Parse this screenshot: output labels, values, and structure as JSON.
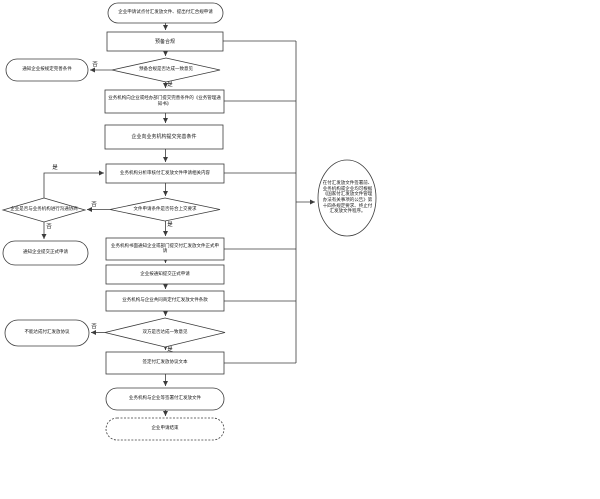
{
  "diagram": {
    "type": "flowchart",
    "edge_labels": {
      "yes": "是",
      "no": "否"
    },
    "nodes": {
      "start": {
        "shape": "stadium",
        "label": "企业申请试点付汇发放文件、提出付汇合规申请"
      },
      "prep": {
        "shape": "rect",
        "label": "预备合规"
      },
      "d_prep": {
        "shape": "diamond",
        "label": "预备合规是否达成一致意见"
      },
      "notify_improve": {
        "shape": "stadium",
        "label": "通知企业按规定完善条件"
      },
      "notice_book": {
        "shape": "rect",
        "label": "业务机构向企业或经办部门提交完善条件的《业务管理通知书》"
      },
      "submit_materials": {
        "shape": "rect",
        "label": "企业向业务机构提交完善条件"
      },
      "review": {
        "shape": "rect",
        "label": "业务机构分析审核付汇发放文件申请相关内容"
      },
      "d_comm": {
        "shape": "diamond",
        "label": "企业是否与业务机构进行沟通协商"
      },
      "d_materials": {
        "shape": "diamond",
        "label": "文件申请条件是否符合上交要求"
      },
      "notify_formal": {
        "shape": "stadium",
        "label": "通知企业提交正式申请"
      },
      "written_notice": {
        "shape": "rect",
        "label": "业务机构书面通知企业或部门提交付汇发放文件正式申请"
      },
      "formal_submit": {
        "shape": "rect",
        "label": "企业按通知提交正式申请"
      },
      "negotiate": {
        "shape": "rect",
        "label": "业务机构与企业共同商定付汇发放文件条款"
      },
      "d_agree": {
        "shape": "diamond",
        "label": "双方是否达成一致意见"
      },
      "fail": {
        "shape": "stadium",
        "label": "不能达成付汇发放协议"
      },
      "sign_text": {
        "shape": "rect",
        "label": "签定付汇发放协议文本"
      },
      "sign": {
        "shape": "stadium",
        "label": "业务机构与企业等签署付汇发放文件"
      },
      "end": {
        "shape": "stadium-dashed",
        "label": "企业申请结束"
      }
    },
    "note": {
      "shape": "ellipse",
      "text": "在付汇发放文件签署前、业务机构或企业均可根据《国家付汇发放文件管理办法有关事项的公告》第十四条规定要求、终止付汇发放文件程序。"
    },
    "colors": {
      "stroke": "#3c3c3c",
      "fill": "#ffffff",
      "text": "#141414"
    }
  }
}
